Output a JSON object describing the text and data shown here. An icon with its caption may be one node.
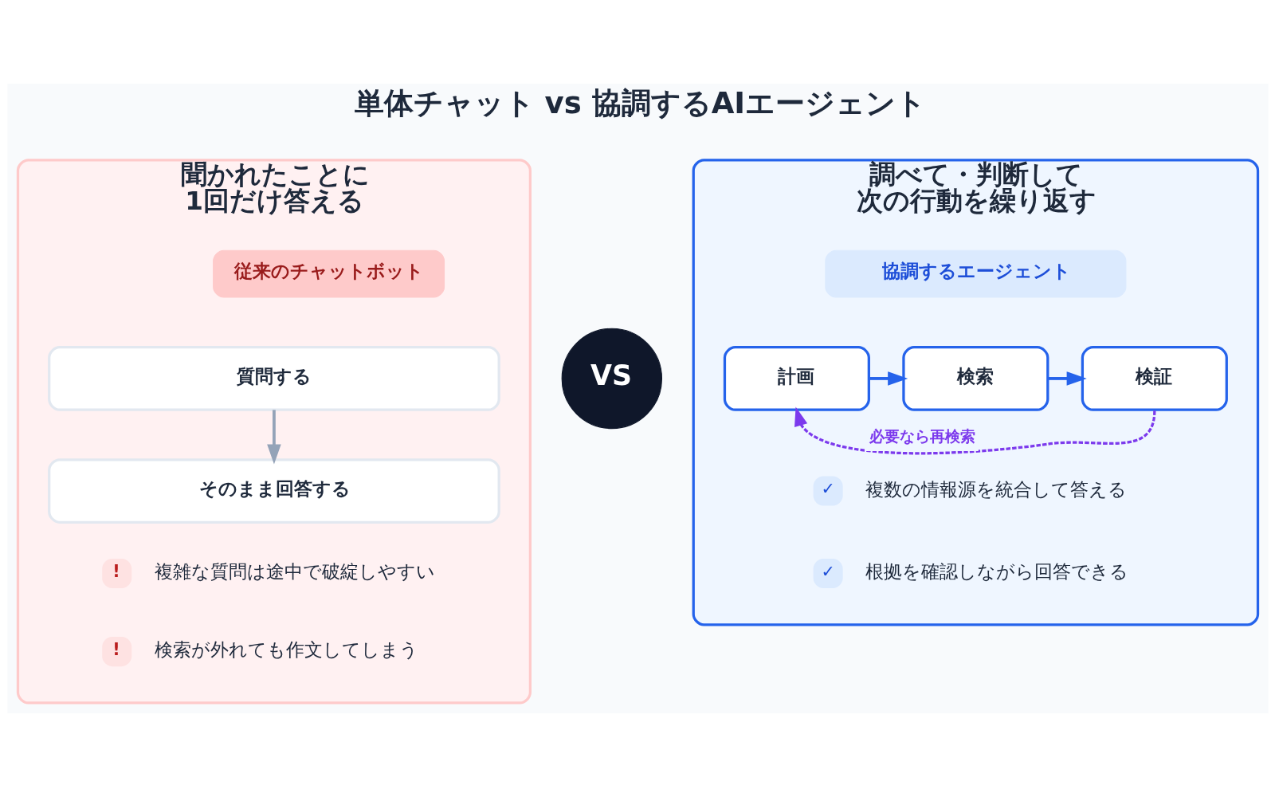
{
  "diagram": {
    "title": "単体チャット vs 協調するAIエージェント",
    "nodes": [
      {
        "text": [
          "聞かれたことに1回だけ答える"
        ]
      },
      {
        "text": [
          "従来のチャットボット"
        ],
        "in": 0
      },
      {
        "text": [
          "質問する"
        ],
        "in": 0
      },
      {
        "text": [
          "そのまま回答する"
        ],
        "in": 0
      },
      {
        "text": [
          "VS"
        ]
      },
      {
        "text": [
          "調べて・判断して次の行動を繰り返す"
        ]
      },
      {
        "text": [
          "協調するエージェント"
        ],
        "in": 5
      },
      {
        "text": [
          "計画"
        ],
        "in": 5
      },
      {
        "text": [
          "検索"
        ],
        "in": 5
      },
      {
        "text": [
          "検証"
        ],
        "in": 5
      }
    ],
    "edges": [
      {
        "from": 2,
        "to": 3,
        "arrow": "to",
        "color": "#94a3b8"
      },
      {
        "from": 7,
        "to": 8,
        "arrow": "to"
      },
      {
        "from": 8,
        "to": 9,
        "arrow": "to"
      },
      {
        "from": 9,
        "to": 7,
        "arrow": "to",
        "label": "必要なら再検索",
        "style": "dashed",
        "color": "#7c3aed"
      }
    ],
    "labels": [
      "!",
      "複雑な質問は途中で破綻しやすい",
      "!",
      "検索が外れても作文してしまう",
      "✓",
      "複数の情報源を統合して答える",
      "✓",
      "根拠を確認しながら回答できる"
    ]
  }
}
